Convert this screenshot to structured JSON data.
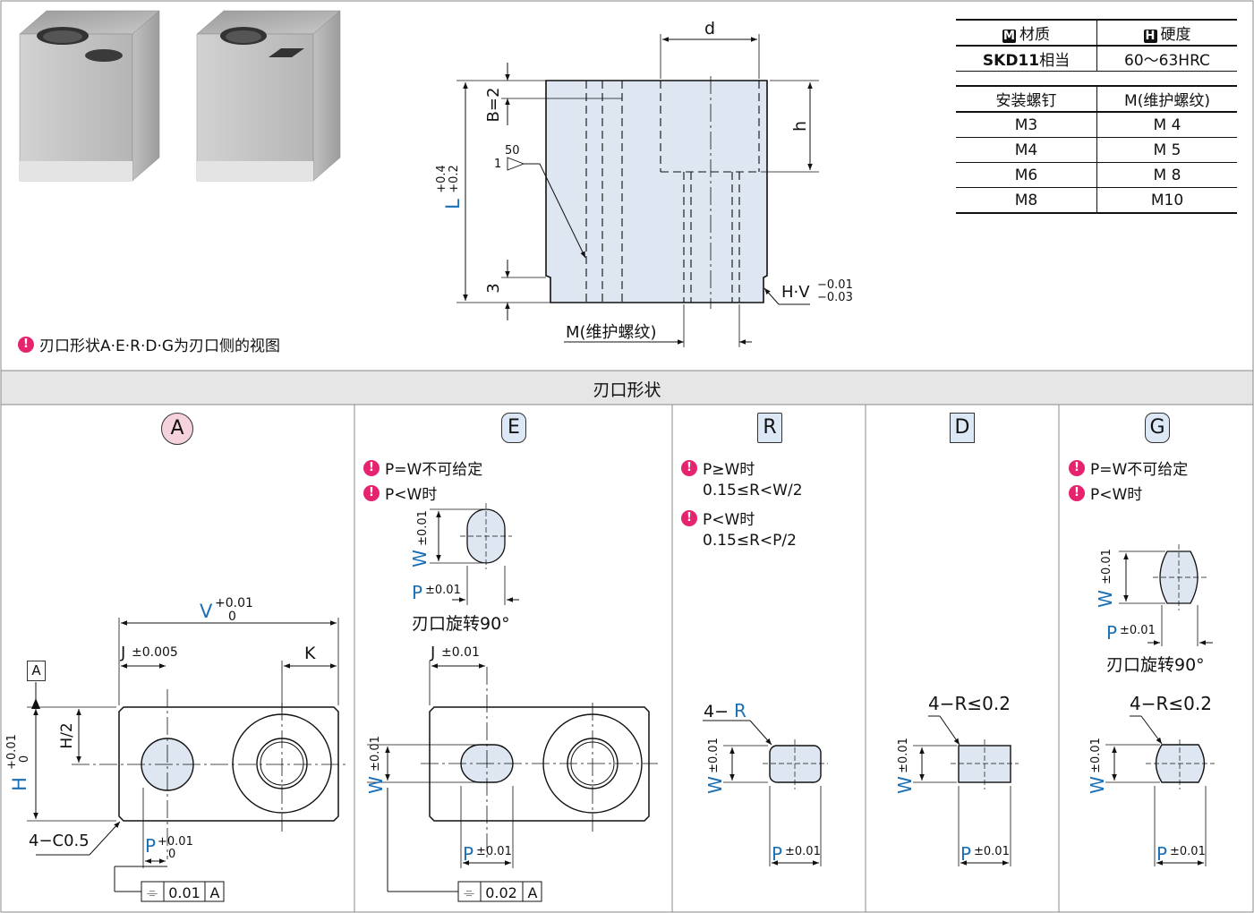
{
  "material_table": {
    "header_material_badge": "M",
    "header_material": "材质",
    "header_hardness_badge": "H",
    "header_hardness": "硬度",
    "material_value_bold": "SKD11",
    "material_value_suffix": "相当",
    "hardness_value": "60～63HRC"
  },
  "screw_table": {
    "col1": "安装螺钉",
    "col2": "M(维护螺纹)",
    "rows": [
      [
        "M3",
        "M 4"
      ],
      [
        "M4",
        "M 5"
      ],
      [
        "M6",
        "M 8"
      ],
      [
        "M8",
        "M10"
      ]
    ]
  },
  "top_note": "刃口形状A·E·R·D·G为刃口侧的视图",
  "section_title": "刃口形状",
  "main_view": {
    "d": "d",
    "b": "B=2",
    "h": "h",
    "l": "L",
    "l_tol_upper": "+0.4",
    "l_tol_lower": "+0.2",
    "three": "3",
    "taper_50": "50",
    "taper_1": "1",
    "hv": "H·V",
    "hv_tol_upper": "−0.01",
    "hv_tol_lower": "−0.03",
    "m": "M(维护螺纹)"
  },
  "panels": {
    "A": {
      "label": "A",
      "v": "V",
      "v_tol_upper": "+0.01",
      "v_tol_lower": "0",
      "j": "J",
      "j_tol": "±0.005",
      "k": "K",
      "h2": "H/2",
      "h": "H",
      "h_tol_upper": "+0.01",
      "h_tol_lower": "0",
      "datum": "A",
      "chamfer": "4−C0.5",
      "p": "P",
      "p_tol_upper": "+0.01",
      "p_tol_lower": "0",
      "sym_tol": "0.01",
      "sym_datum": "A",
      "sym_symbol": "⌯"
    },
    "E": {
      "label": "E",
      "notes": [
        "P=W不可给定",
        "P<W时"
      ],
      "w": "W",
      "w_tol": "±0.01",
      "p": "P",
      "p_tol": "±0.01",
      "rotate_note": "刃口旋转90°",
      "j": "J",
      "j_tol": "±0.01",
      "sym_tol": "0.02",
      "sym_datum": "A",
      "sym_symbol": "⌯"
    },
    "R": {
      "label": "R",
      "notes": [
        "P≥W时",
        "0.15≤R<W/2",
        "P<W时",
        "0.15≤R<P/2"
      ],
      "four_r_prefix": "4−",
      "four_r_r": "R",
      "w": "W",
      "w_tol": "±0.01",
      "p": "P",
      "p_tol": "±0.01"
    },
    "D": {
      "label": "D",
      "four_r": "4−R≤0.2",
      "w": "W",
      "w_tol": "±0.01",
      "p": "P",
      "p_tol": "±0.01"
    },
    "G": {
      "label": "G",
      "notes": [
        "P=W不可给定",
        "P<W时"
      ],
      "w": "W",
      "w_tol": "±0.01",
      "p": "P",
      "p_tol": "±0.01",
      "rotate_note": "刃口旋转90°",
      "four_r": "4−R≤0.2",
      "w2": "W",
      "w2_tol": "±0.01",
      "p2": "P",
      "p2_tol": "±0.01"
    }
  },
  "colors": {
    "blue_label": "#1a6fb5",
    "fill_light": "#dde6f1",
    "band_grey": "#e6e6e6",
    "warn_pink": "#e6236e",
    "badge_a_pink": "#f6d3dc",
    "badge_blue": "#dce8f5"
  }
}
